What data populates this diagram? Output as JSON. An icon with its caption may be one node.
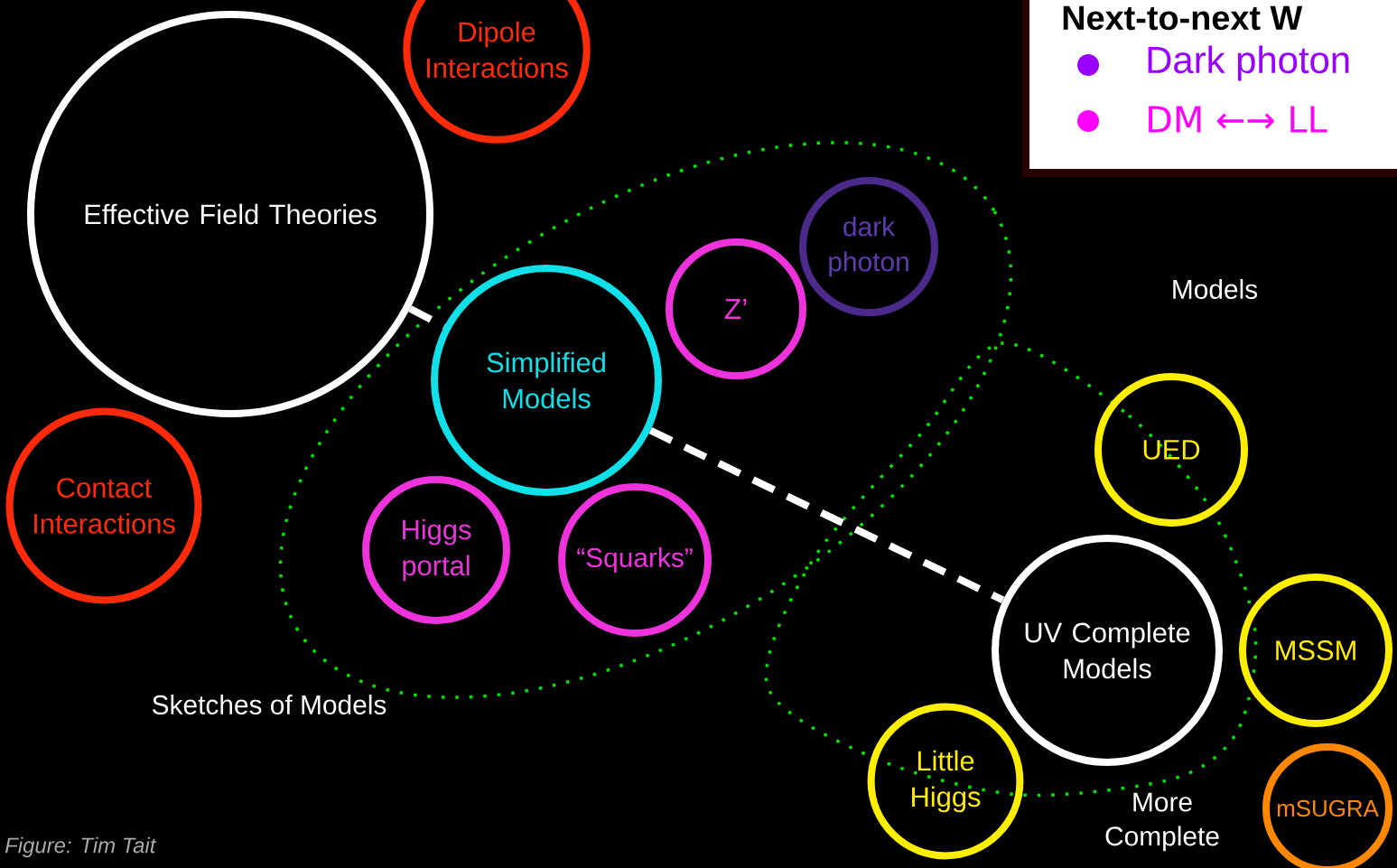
{
  "diagram": {
    "nodes": [
      {
        "text": [
          "Dipole Interactions"
        ]
      },
      {
        "text": [
          "Effective Field Theories"
        ]
      },
      {
        "text": [
          "dark photon"
        ]
      },
      {
        "text": [
          "Z’"
        ]
      },
      {
        "text": [
          "Simplified Models"
        ]
      },
      {
        "text": [
          "Contact Interactions"
        ]
      },
      {
        "text": [
          "UED"
        ]
      },
      {
        "text": [
          "Higgs portal"
        ]
      },
      {
        "text": [
          "“Squarks”"
        ]
      },
      {
        "text": [
          "UV Complete Models"
        ]
      },
      {
        "text": [
          "MSSM"
        ]
      },
      {
        "text": [
          "Little Higgs"
        ]
      },
      {
        "text": [
          "mSUGRA"
        ]
      }
    ],
    "edges": [
      {
        "from": 1,
        "to": 4,
        "arrow": "none",
        "style": "dashed"
      },
      {
        "from": 4,
        "to": 9,
        "arrow": "none",
        "style": "dashed"
      }
    ],
    "labels": [
      "Next-to-next W",
      "Dark photon",
      "DM ←→ LL",
      "Models",
      "Sketches of Models",
      "More Complete",
      "Figure: Tim Tait"
    ]
  }
}
